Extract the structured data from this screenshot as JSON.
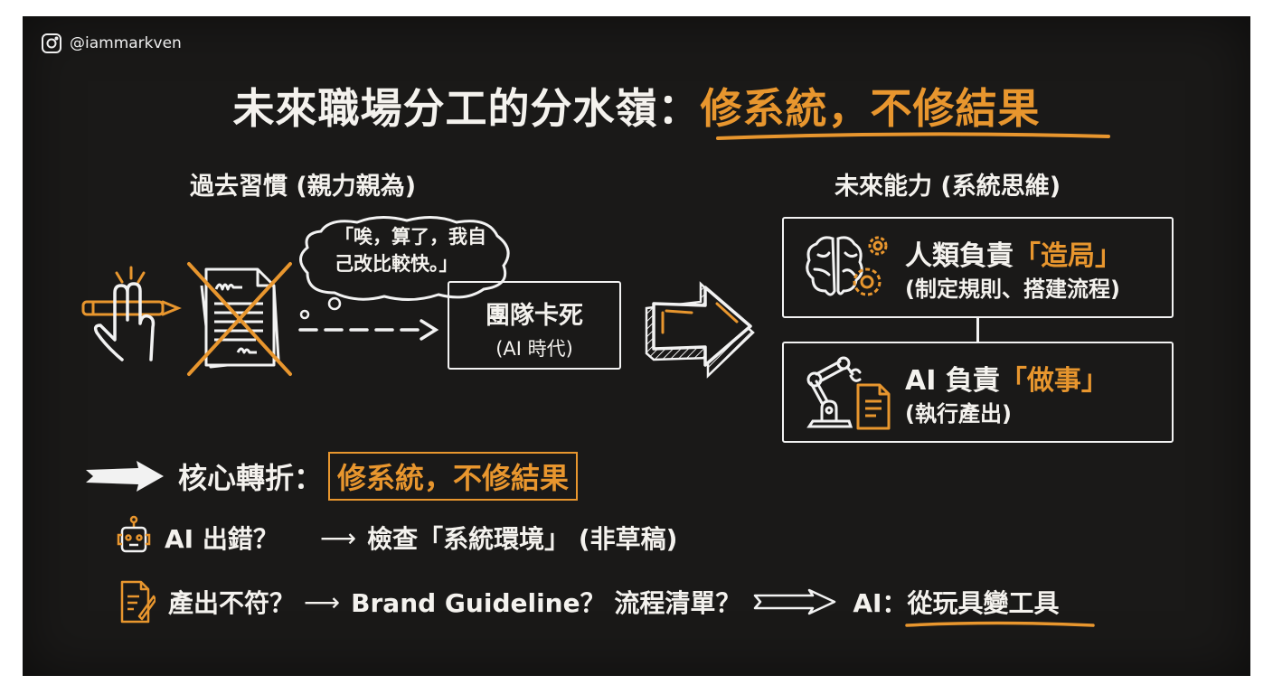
{
  "handle": {
    "icon": "instagram-icon",
    "text": "@iammarkven"
  },
  "title": {
    "white": "未來職場分工的分水嶺：",
    "orange": "修系統，不修結果"
  },
  "past": {
    "heading": "過去習慣 (親力親為)",
    "bubble_line1": "「唉，算了，我自",
    "bubble_line2": "己改比較快。」",
    "team_box": {
      "line1": "團隊卡死",
      "line2": "(AI 時代)"
    }
  },
  "future": {
    "heading": "未來能力 (系統思維)",
    "human": {
      "prefix": "人類負責",
      "highlight": "「造局」",
      "detail": "(制定規則、搭建流程)"
    },
    "ai": {
      "prefix": "AI 負責",
      "highlight": "「做事」",
      "detail": "(執行產出)"
    }
  },
  "core": {
    "label": "核心轉折：",
    "highlight": "修系統，不修結果"
  },
  "rows": [
    {
      "icon": "robot-icon",
      "question": "AI 出錯？",
      "arrow": "⟶",
      "answer": "檢查「系統環境」 (非草稿)"
    },
    {
      "icon": "document-edit-icon",
      "question": "產出不符？",
      "arrow": "⟶",
      "answer": "Brand Guideline？ 流程清單？",
      "result_prefix": "AI：",
      "result_highlight": "從玩具變工具"
    }
  ],
  "colors": {
    "background": "#1a1918",
    "accent": "#e8962e",
    "chalk": "#f4f2ee"
  }
}
